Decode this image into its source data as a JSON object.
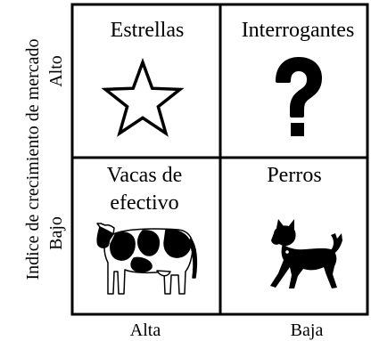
{
  "y_axis": {
    "title": "Indice de crecimiento de mercado",
    "ticks": [
      "Alto",
      "Bajo"
    ]
  },
  "x_axis": {
    "ticks": [
      "Alta",
      "Baja"
    ]
  },
  "quadrants": [
    {
      "lines": [
        "Estrellas"
      ],
      "icon": "star-icon"
    },
    {
      "lines": [
        "Interrogantes"
      ],
      "icon": "question-mark-icon"
    },
    {
      "lines": [
        "Vacas de",
        "efectivo"
      ],
      "icon": "cow-icon"
    },
    {
      "lines": [
        "Perros"
      ],
      "icon": "dog-icon"
    }
  ]
}
